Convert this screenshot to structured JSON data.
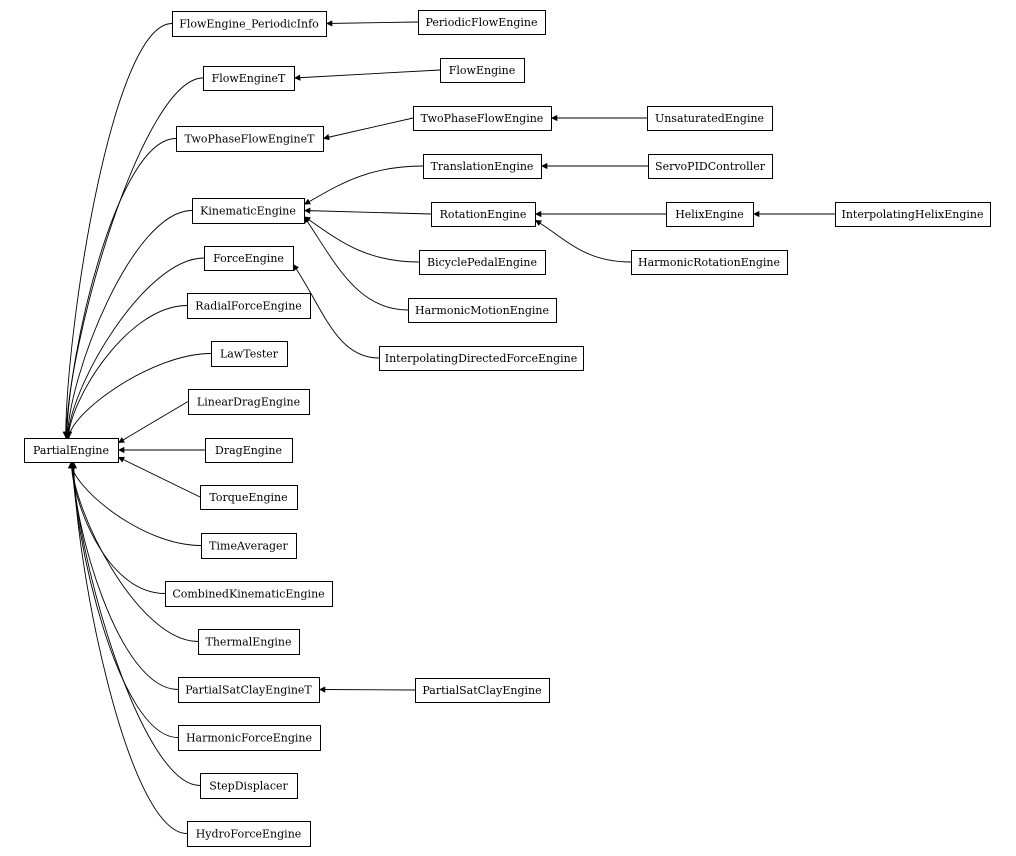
{
  "diagram": {
    "nodes": [
      {
        "id": "partial_engine",
        "label": "PartialEngine"
      },
      {
        "id": "flowengine_periodicinfo",
        "label": "FlowEngine_PeriodicInfo"
      },
      {
        "id": "periodic_flow_engine",
        "label": "PeriodicFlowEngine"
      },
      {
        "id": "flow_engine_t",
        "label": "FlowEngineT"
      },
      {
        "id": "flow_engine",
        "label": "FlowEngine"
      },
      {
        "id": "two_phase_flow_engine_t",
        "label": "TwoPhaseFlowEngineT"
      },
      {
        "id": "two_phase_flow_engine",
        "label": "TwoPhaseFlowEngine"
      },
      {
        "id": "unsaturated_engine",
        "label": "UnsaturatedEngine"
      },
      {
        "id": "translation_engine",
        "label": "TranslationEngine"
      },
      {
        "id": "servo_pid_controller",
        "label": "ServoPIDController"
      },
      {
        "id": "kinematic_engine",
        "label": "KinematicEngine"
      },
      {
        "id": "rotation_engine",
        "label": "RotationEngine"
      },
      {
        "id": "helix_engine",
        "label": "HelixEngine"
      },
      {
        "id": "interpolating_helix_engine",
        "label": "InterpolatingHelixEngine"
      },
      {
        "id": "bicycle_pedal_engine",
        "label": "BicyclePedalEngine"
      },
      {
        "id": "harmonic_rotation_engine",
        "label": "HarmonicRotationEngine"
      },
      {
        "id": "force_engine",
        "label": "ForceEngine"
      },
      {
        "id": "harmonic_motion_engine",
        "label": "HarmonicMotionEngine"
      },
      {
        "id": "radial_force_engine",
        "label": "RadialForceEngine"
      },
      {
        "id": "interpolating_directed_force_engine",
        "label": "InterpolatingDirectedForceEngine"
      },
      {
        "id": "law_tester",
        "label": "LawTester"
      },
      {
        "id": "linear_drag_engine",
        "label": "LinearDragEngine"
      },
      {
        "id": "drag_engine",
        "label": "DragEngine"
      },
      {
        "id": "torque_engine",
        "label": "TorqueEngine"
      },
      {
        "id": "time_averager",
        "label": "TimeAverager"
      },
      {
        "id": "combined_kinematic_engine",
        "label": "CombinedKinematicEngine"
      },
      {
        "id": "thermal_engine",
        "label": "ThermalEngine"
      },
      {
        "id": "partial_sat_clay_engine_t",
        "label": "PartialSatClayEngineT"
      },
      {
        "id": "partial_sat_clay_engine",
        "label": "PartialSatClayEngine"
      },
      {
        "id": "harmonic_force_engine",
        "label": "HarmonicForceEngine"
      },
      {
        "id": "step_displacer",
        "label": "StepDisplacer"
      },
      {
        "id": "hydro_force_engine",
        "label": "HydroForceEngine"
      }
    ],
    "edges": [
      {
        "from": "flowengine_periodicinfo",
        "to": "partial_engine"
      },
      {
        "from": "flow_engine_t",
        "to": "partial_engine"
      },
      {
        "from": "two_phase_flow_engine_t",
        "to": "partial_engine"
      },
      {
        "from": "kinematic_engine",
        "to": "partial_engine"
      },
      {
        "from": "force_engine",
        "to": "partial_engine"
      },
      {
        "from": "radial_force_engine",
        "to": "partial_engine"
      },
      {
        "from": "law_tester",
        "to": "partial_engine"
      },
      {
        "from": "linear_drag_engine",
        "to": "partial_engine"
      },
      {
        "from": "drag_engine",
        "to": "partial_engine"
      },
      {
        "from": "torque_engine",
        "to": "partial_engine"
      },
      {
        "from": "time_averager",
        "to": "partial_engine"
      },
      {
        "from": "combined_kinematic_engine",
        "to": "partial_engine"
      },
      {
        "from": "thermal_engine",
        "to": "partial_engine"
      },
      {
        "from": "partial_sat_clay_engine_t",
        "to": "partial_engine"
      },
      {
        "from": "harmonic_force_engine",
        "to": "partial_engine"
      },
      {
        "from": "step_displacer",
        "to": "partial_engine"
      },
      {
        "from": "hydro_force_engine",
        "to": "partial_engine"
      },
      {
        "from": "periodic_flow_engine",
        "to": "flowengine_periodicinfo"
      },
      {
        "from": "flow_engine",
        "to": "flow_engine_t"
      },
      {
        "from": "two_phase_flow_engine",
        "to": "two_phase_flow_engine_t"
      },
      {
        "from": "unsaturated_engine",
        "to": "two_phase_flow_engine"
      },
      {
        "from": "translation_engine",
        "to": "kinematic_engine"
      },
      {
        "from": "rotation_engine",
        "to": "kinematic_engine"
      },
      {
        "from": "bicycle_pedal_engine",
        "to": "kinematic_engine"
      },
      {
        "from": "harmonic_motion_engine",
        "to": "kinematic_engine"
      },
      {
        "from": "servo_pid_controller",
        "to": "translation_engine"
      },
      {
        "from": "helix_engine",
        "to": "rotation_engine"
      },
      {
        "from": "harmonic_rotation_engine",
        "to": "rotation_engine"
      },
      {
        "from": "interpolating_helix_engine",
        "to": "helix_engine"
      },
      {
        "from": "interpolating_directed_force_engine",
        "to": "force_engine"
      },
      {
        "from": "partial_sat_clay_engine",
        "to": "partial_sat_clay_engine_t"
      }
    ]
  }
}
